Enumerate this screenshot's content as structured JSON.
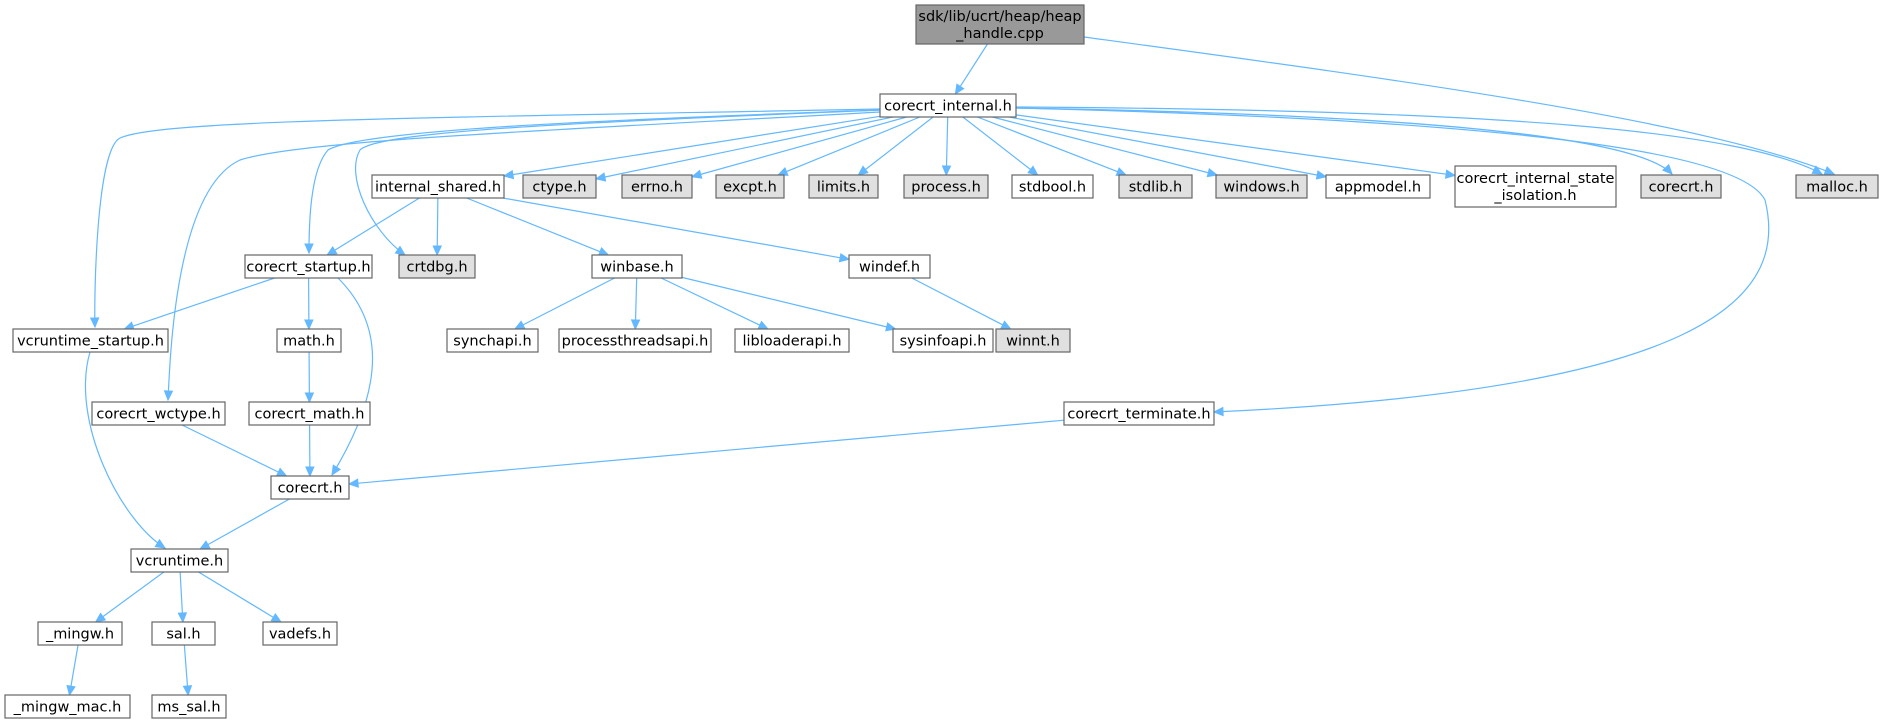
{
  "graph": {
    "nodes": [
      {
        "id": "src",
        "lines": [
          "sdk/lib/ucrt/heap/heap",
          "_handle.cpp"
        ],
        "kind": "root"
      },
      {
        "id": "ci",
        "lines": [
          "corecrt_internal.h"
        ],
        "kind": "doc"
      },
      {
        "id": "ish",
        "lines": [
          "internal_shared.h"
        ],
        "kind": "doc"
      },
      {
        "id": "ctype",
        "lines": [
          "ctype.h"
        ],
        "kind": "ext"
      },
      {
        "id": "errno",
        "lines": [
          "errno.h"
        ],
        "kind": "ext"
      },
      {
        "id": "excpt",
        "lines": [
          "excpt.h"
        ],
        "kind": "ext"
      },
      {
        "id": "limits",
        "lines": [
          "limits.h"
        ],
        "kind": "ext"
      },
      {
        "id": "process",
        "lines": [
          "process.h"
        ],
        "kind": "ext"
      },
      {
        "id": "stdbool",
        "lines": [
          "stdbool.h"
        ],
        "kind": "doc"
      },
      {
        "id": "stdlib",
        "lines": [
          "stdlib.h"
        ],
        "kind": "ext"
      },
      {
        "id": "windows",
        "lines": [
          "windows.h"
        ],
        "kind": "ext"
      },
      {
        "id": "appmodel",
        "lines": [
          "appmodel.h"
        ],
        "kind": "doc"
      },
      {
        "id": "cis",
        "lines": [
          "corecrt_internal_state",
          "_isolation.h"
        ],
        "kind": "doc"
      },
      {
        "id": "corecrt_ext",
        "lines": [
          "corecrt.h"
        ],
        "kind": "ext"
      },
      {
        "id": "malloc",
        "lines": [
          "malloc.h"
        ],
        "kind": "ext"
      },
      {
        "id": "cs",
        "lines": [
          "corecrt_startup.h"
        ],
        "kind": "doc"
      },
      {
        "id": "crtdbg",
        "lines": [
          "crtdbg.h"
        ],
        "kind": "ext"
      },
      {
        "id": "winbase",
        "lines": [
          "winbase.h"
        ],
        "kind": "doc"
      },
      {
        "id": "windef",
        "lines": [
          "windef.h"
        ],
        "kind": "doc"
      },
      {
        "id": "vcs",
        "lines": [
          "vcruntime_startup.h"
        ],
        "kind": "doc"
      },
      {
        "id": "math",
        "lines": [
          "math.h"
        ],
        "kind": "doc"
      },
      {
        "id": "synchapi",
        "lines": [
          "synchapi.h"
        ],
        "kind": "doc"
      },
      {
        "id": "pta",
        "lines": [
          "processthreadsapi.h"
        ],
        "kind": "doc"
      },
      {
        "id": "libloader",
        "lines": [
          "libloaderapi.h"
        ],
        "kind": "doc"
      },
      {
        "id": "sysinfo",
        "lines": [
          "sysinfoapi.h"
        ],
        "kind": "doc"
      },
      {
        "id": "winnt",
        "lines": [
          "winnt.h"
        ],
        "kind": "ext"
      },
      {
        "id": "cw",
        "lines": [
          "corecrt_wctype.h"
        ],
        "kind": "doc"
      },
      {
        "id": "cmath",
        "lines": [
          "corecrt_math.h"
        ],
        "kind": "doc"
      },
      {
        "id": "ct",
        "lines": [
          "corecrt_terminate.h"
        ],
        "kind": "doc"
      },
      {
        "id": "corecrt",
        "lines": [
          "corecrt.h"
        ],
        "kind": "doc"
      },
      {
        "id": "vcr",
        "lines": [
          "vcruntime.h"
        ],
        "kind": "doc"
      },
      {
        "id": "mingw",
        "lines": [
          "_mingw.h"
        ],
        "kind": "doc"
      },
      {
        "id": "sal",
        "lines": [
          "sal.h"
        ],
        "kind": "doc"
      },
      {
        "id": "vadefs",
        "lines": [
          "vadefs.h"
        ],
        "kind": "doc"
      },
      {
        "id": "mingwmac",
        "lines": [
          "_mingw_mac.h"
        ],
        "kind": "doc"
      },
      {
        "id": "mssal",
        "lines": [
          "ms_sal.h"
        ],
        "kind": "doc"
      }
    ],
    "edges": [
      [
        "src",
        "ci"
      ],
      [
        "src",
        "malloc"
      ],
      [
        "ci",
        "ish"
      ],
      [
        "ci",
        "ctype"
      ],
      [
        "ci",
        "errno"
      ],
      [
        "ci",
        "excpt"
      ],
      [
        "ci",
        "limits"
      ],
      [
        "ci",
        "process"
      ],
      [
        "ci",
        "stdbool"
      ],
      [
        "ci",
        "stdlib"
      ],
      [
        "ci",
        "windows"
      ],
      [
        "ci",
        "appmodel"
      ],
      [
        "ci",
        "cis"
      ],
      [
        "ci",
        "corecrt_ext"
      ],
      [
        "ci",
        "malloc"
      ],
      [
        "ci",
        "cs"
      ],
      [
        "ci",
        "crtdbg"
      ],
      [
        "ci",
        "vcs"
      ],
      [
        "ci",
        "cw"
      ],
      [
        "ci",
        "ct"
      ],
      [
        "ish",
        "cs"
      ],
      [
        "ish",
        "crtdbg"
      ],
      [
        "ish",
        "winbase"
      ],
      [
        "ish",
        "windef"
      ],
      [
        "cs",
        "vcs"
      ],
      [
        "cs",
        "math"
      ],
      [
        "cs",
        "corecrt"
      ],
      [
        "winbase",
        "synchapi"
      ],
      [
        "winbase",
        "pta"
      ],
      [
        "winbase",
        "libloader"
      ],
      [
        "winbase",
        "sysinfo"
      ],
      [
        "windef",
        "winnt"
      ],
      [
        "vcs",
        "vcr"
      ],
      [
        "math",
        "cmath"
      ],
      [
        "cmath",
        "corecrt"
      ],
      [
        "cw",
        "corecrt"
      ],
      [
        "ct",
        "corecrt"
      ],
      [
        "corecrt",
        "vcr"
      ],
      [
        "vcr",
        "mingw"
      ],
      [
        "vcr",
        "sal"
      ],
      [
        "vcr",
        "vadefs"
      ],
      [
        "mingw",
        "mingwmac"
      ],
      [
        "sal",
        "mssal"
      ]
    ],
    "colors": {
      "root_fill": "#999999",
      "ext_fill": "#e0e0e0",
      "doc_fill": "#ffffff",
      "edge": "#63b8ff",
      "border": "#666666"
    }
  }
}
